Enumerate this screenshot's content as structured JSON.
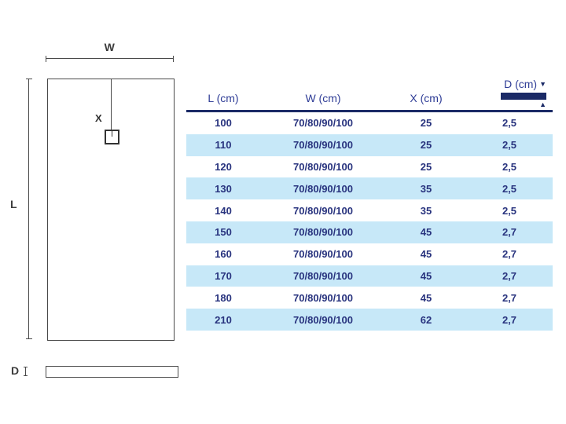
{
  "diagram": {
    "width_label": "W",
    "length_label": "L",
    "drain_label": "X",
    "depth_label": "D"
  },
  "icons": {
    "arrow_down": "▼",
    "arrow_up": "▲"
  },
  "colors": {
    "row_stripe": "#c7e8f8",
    "table_text": "#28337e",
    "header_text": "#2e3c96",
    "header_bar": "#1b2a66",
    "drawing_lines": "#4a4a4a"
  },
  "chart_data": {
    "type": "table",
    "title": "",
    "columns": [
      "L (cm)",
      "W (cm)",
      "X (cm)",
      "D (cm)"
    ],
    "rows": [
      [
        "100",
        "70/80/90/100",
        "25",
        "2,5"
      ],
      [
        "110",
        "70/80/90/100",
        "25",
        "2,5"
      ],
      [
        "120",
        "70/80/90/100",
        "25",
        "2,5"
      ],
      [
        "130",
        "70/80/90/100",
        "35",
        "2,5"
      ],
      [
        "140",
        "70/80/90/100",
        "35",
        "2,5"
      ],
      [
        "150",
        "70/80/90/100",
        "45",
        "2,7"
      ],
      [
        "160",
        "70/80/90/100",
        "45",
        "2,7"
      ],
      [
        "170",
        "70/80/90/100",
        "45",
        "2,7"
      ],
      [
        "180",
        "70/80/90/100",
        "45",
        "2,7"
      ],
      [
        "210",
        "70/80/90/100",
        "62",
        "2,7"
      ]
    ]
  },
  "table": {
    "headers": {
      "l": "L (cm)",
      "w": "W (cm)",
      "x": "X (cm)",
      "d": "D (cm)"
    },
    "rows": [
      {
        "l": "100",
        "w": "70/80/90/100",
        "x": "25",
        "d": "2,5"
      },
      {
        "l": "110",
        "w": "70/80/90/100",
        "x": "25",
        "d": "2,5"
      },
      {
        "l": "120",
        "w": "70/80/90/100",
        "x": "25",
        "d": "2,5"
      },
      {
        "l": "130",
        "w": "70/80/90/100",
        "x": "35",
        "d": "2,5"
      },
      {
        "l": "140",
        "w": "70/80/90/100",
        "x": "35",
        "d": "2,5"
      },
      {
        "l": "150",
        "w": "70/80/90/100",
        "x": "45",
        "d": "2,7"
      },
      {
        "l": "160",
        "w": "70/80/90/100",
        "x": "45",
        "d": "2,7"
      },
      {
        "l": "170",
        "w": "70/80/90/100",
        "x": "45",
        "d": "2,7"
      },
      {
        "l": "180",
        "w": "70/80/90/100",
        "x": "45",
        "d": "2,7"
      },
      {
        "l": "210",
        "w": "70/80/90/100",
        "x": "62",
        "d": "2,7"
      }
    ]
  }
}
